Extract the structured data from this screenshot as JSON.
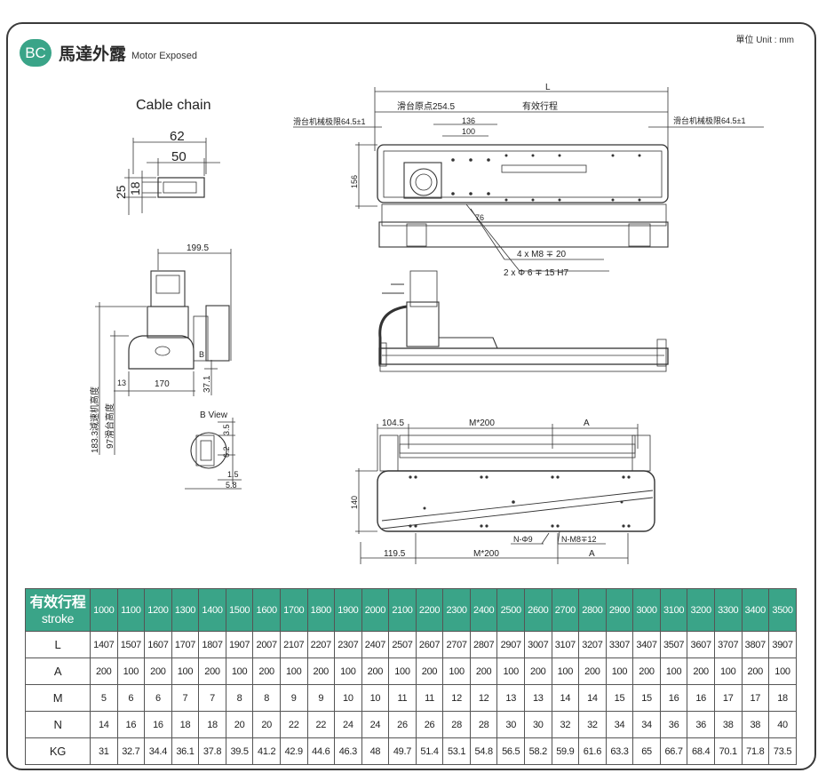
{
  "header": {
    "badge": "BC",
    "title_cn": "馬達外露",
    "title_en": "Motor Exposed",
    "unit": "單位 Unit : mm"
  },
  "drawing": {
    "cable_chain": {
      "title": "Cable chain",
      "w_outer": "62",
      "w_inner": "50",
      "h_outer": "25",
      "h_inner": "18"
    },
    "side": {
      "width": "199.5",
      "base": "170",
      "offset": "13",
      "h_small": "37.1",
      "b_label": "B",
      "h_motor": "183.3減速机高度",
      "h_slide": "97滑台高度"
    },
    "bview": {
      "title": "B View",
      "d1": "3.5",
      "d2": "6.2",
      "d3": "1.5",
      "d4": "5.8"
    },
    "top": {
      "L": "L",
      "origin": "滑台原点254.5",
      "stroke": "有效行程",
      "limit_left": "滑台机械极限64.5±1",
      "limit_right": "滑台机械极限64.5±1",
      "d136": "136",
      "d100": "100",
      "h156": "156",
      "d76": "76",
      "note1": "4 x M8 ∓ 20",
      "note2": "2 x Φ 6 ∓ 15 H7"
    },
    "bottom": {
      "d1045": "104.5",
      "m200_top": "M*200",
      "a_top": "A",
      "h140": "140",
      "d1195": "119.5",
      "m200_bot": "M*200",
      "a_bot": "A",
      "n9": "N-Φ9",
      "nm8": "N-M8∓12"
    }
  },
  "table": {
    "header_cn": "有效行程",
    "header_en": "stroke",
    "strokes": [
      "1000",
      "1100",
      "1200",
      "1300",
      "1400",
      "1500",
      "1600",
      "1700",
      "1800",
      "1900",
      "2000",
      "2100",
      "2200",
      "2300",
      "2400",
      "2500",
      "2600",
      "2700",
      "2800",
      "2900",
      "3000",
      "3100",
      "3200",
      "3300",
      "3400",
      "3500"
    ],
    "rows": [
      {
        "label": "L",
        "values": [
          "1407",
          "1507",
          "1607",
          "1707",
          "1807",
          "1907",
          "2007",
          "2107",
          "2207",
          "2307",
          "2407",
          "2507",
          "2607",
          "2707",
          "2807",
          "2907",
          "3007",
          "3107",
          "3207",
          "3307",
          "3407",
          "3507",
          "3607",
          "3707",
          "3807",
          "3907"
        ]
      },
      {
        "label": "A",
        "values": [
          "200",
          "100",
          "200",
          "100",
          "200",
          "100",
          "200",
          "100",
          "200",
          "100",
          "200",
          "100",
          "200",
          "100",
          "200",
          "100",
          "200",
          "100",
          "200",
          "100",
          "200",
          "100",
          "200",
          "100",
          "200",
          "100"
        ]
      },
      {
        "label": "M",
        "values": [
          "5",
          "6",
          "6",
          "7",
          "7",
          "8",
          "8",
          "9",
          "9",
          "10",
          "10",
          "11",
          "11",
          "12",
          "12",
          "13",
          "13",
          "14",
          "14",
          "15",
          "15",
          "16",
          "16",
          "17",
          "17",
          "18"
        ]
      },
      {
        "label": "N",
        "values": [
          "14",
          "16",
          "16",
          "18",
          "18",
          "20",
          "20",
          "22",
          "22",
          "24",
          "24",
          "26",
          "26",
          "28",
          "28",
          "30",
          "30",
          "32",
          "32",
          "34",
          "34",
          "36",
          "36",
          "38",
          "38",
          "40"
        ]
      },
      {
        "label": "KG",
        "values": [
          "31",
          "32.7",
          "34.4",
          "36.1",
          "37.8",
          "39.5",
          "41.2",
          "42.9",
          "44.6",
          "46.3",
          "48",
          "49.7",
          "51.4",
          "53.1",
          "54.8",
          "56.5",
          "58.2",
          "59.9",
          "61.6",
          "63.3",
          "65",
          "66.7",
          "68.4",
          "70.1",
          "71.8",
          "73.5"
        ]
      }
    ]
  }
}
